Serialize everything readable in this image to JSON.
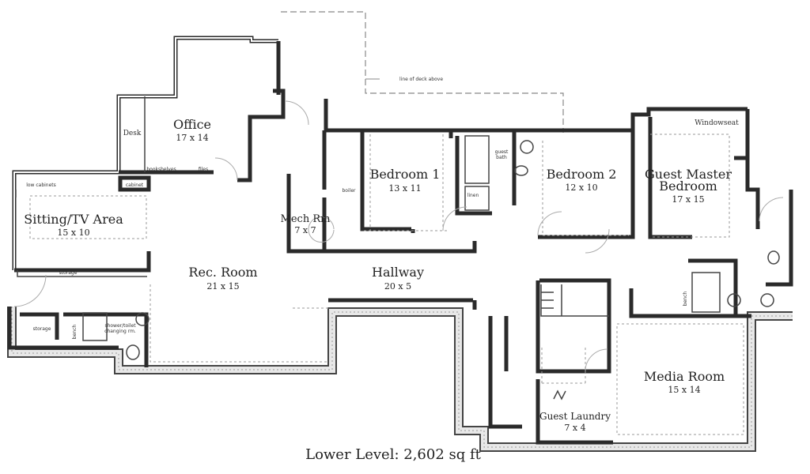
{
  "plan": {
    "caption": "Lower Level:  2,602 sq ft",
    "deck_note": "line of deck above",
    "rooms": {
      "office": {
        "name": "Office",
        "dims": "17 x 14"
      },
      "sitting": {
        "name": "Sitting/TV Area",
        "dims": "15 x 10"
      },
      "rec": {
        "name": "Rec. Room",
        "dims": "21 x 15"
      },
      "mech": {
        "name": "Mech Rm",
        "dims": "7 x 7"
      },
      "hallway": {
        "name": "Hallway",
        "dims": "20 x 5"
      },
      "bedroom1": {
        "name": "Bedroom 1",
        "dims": "13 x 11"
      },
      "bedroom2": {
        "name": "Bedroom 2",
        "dims": "12 x 10"
      },
      "guest_master": {
        "name_line1": "Guest Master",
        "name_line2": "Bedroom",
        "dims": "17 x 15"
      },
      "media": {
        "name": "Media Room",
        "dims": "15 x 14"
      },
      "laundry": {
        "name": "Guest Laundry",
        "dims": "7 x 4"
      }
    },
    "labels": {
      "desk": "Desk",
      "bookshelves": "bookshelves",
      "files": "files",
      "cabinet": "cabinet",
      "low_cabinets": "low cabinets",
      "storage_sitting": "storage",
      "storage_bath": "storage",
      "bench_bath": "bench",
      "shower_line1": "shower/toilet",
      "shower_line2": "changing rm.",
      "boiler": "boiler",
      "guest_bath_line1": "guest",
      "guest_bath_line2": "bath",
      "linen": "linen",
      "windowseat": "Windowseat",
      "bench_master": "bench"
    }
  }
}
